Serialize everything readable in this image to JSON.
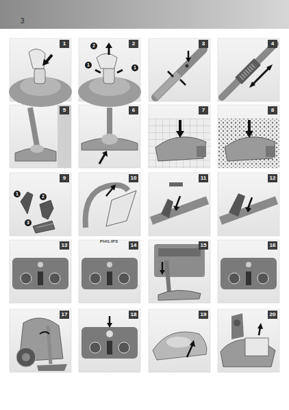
{
  "diagram": {
    "labels": [
      "3",
      "1",
      "2",
      "1",
      "2",
      "1",
      "3",
      "4",
      "5",
      "6",
      "7",
      "8",
      "9",
      "1",
      "2",
      "3",
      "10",
      "11",
      "12",
      "13",
      "PHILIPS",
      "14",
      "15",
      "16",
      "17",
      "18",
      "19",
      "20"
    ]
  }
}
